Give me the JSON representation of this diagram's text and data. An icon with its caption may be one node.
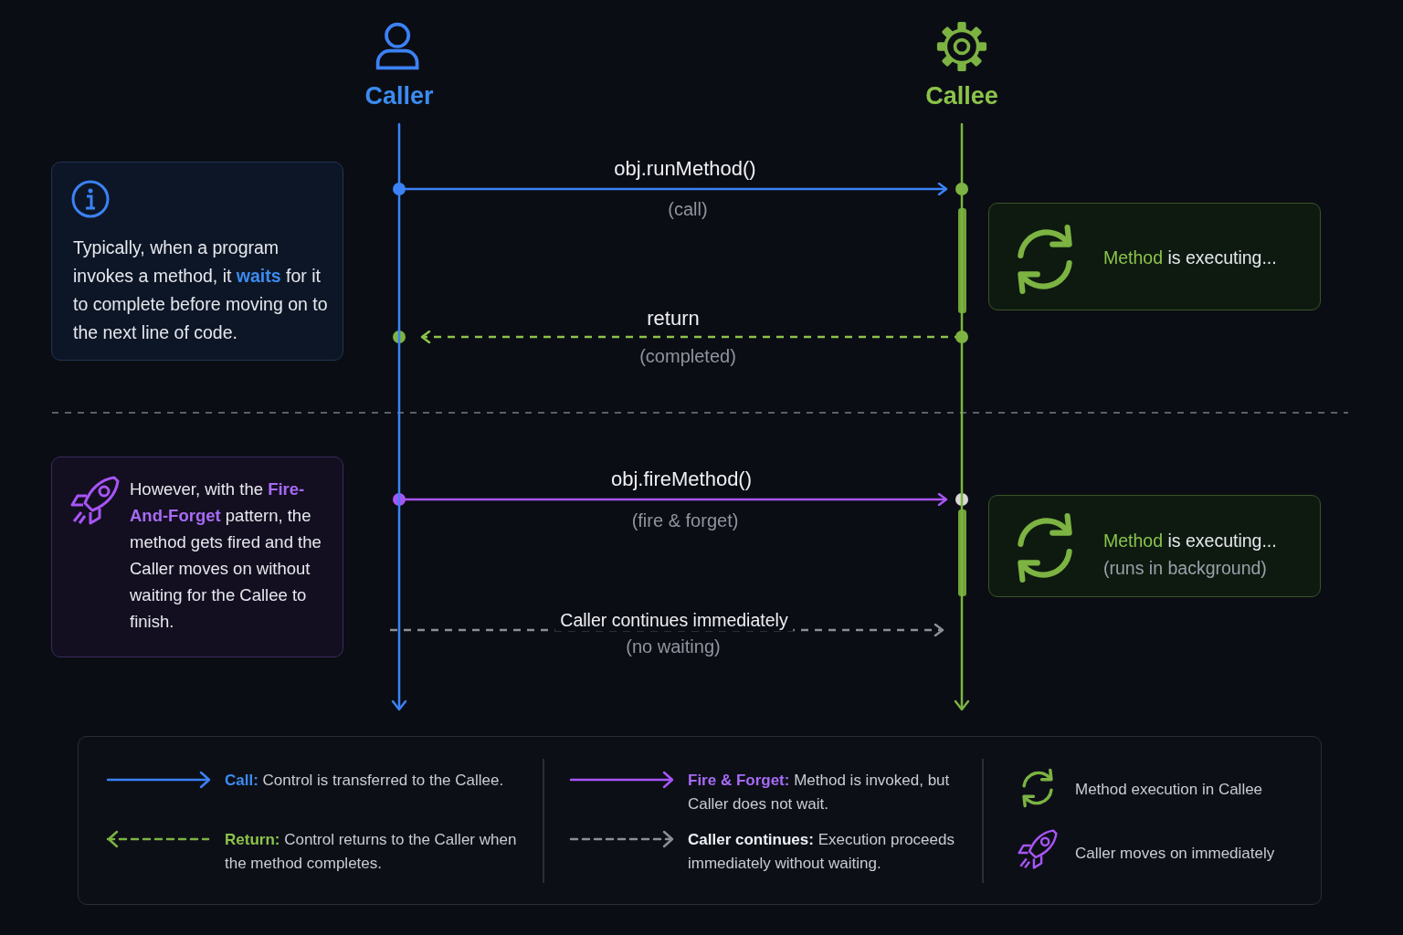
{
  "diagram": {
    "nodes": [
      {
        "text": [
          "Caller"
        ]
      },
      {
        "text": [
          "Callee"
        ]
      },
      {
        "text": [
          "Typically, when a program invokes a method, it **waits** for it to complete before moving on to the next line of code."
        ]
      },
      {
        "text": [
          "**Method** is executing..."
        ]
      },
      {
        "text": [
          "However, with the **Fire-And-Forget** pattern, the method gets fired and the Caller moves on without waiting for the Callee to finish."
        ]
      },
      {
        "text": [
          "**Method** is executing...",
          "(runs in background)"
        ]
      }
    ],
    "edges": [
      {
        "from": 0,
        "to": 1,
        "arrow": "to",
        "label": "obj.runMethod()",
        "color": "#3b82f6"
      },
      {
        "from": 1,
        "to": 0,
        "arrow": "to",
        "label": "return",
        "style": "dashed",
        "color": "#8bc34a"
      },
      {
        "from": 0,
        "to": 1,
        "arrow": "to",
        "label": "obj.fireMethod()",
        "color": "#a855f7"
      },
      {
        "from": 0,
        "to": 1,
        "arrow": "to",
        "label": "Caller continues immediately",
        "style": "dashed",
        "color": "#8a8f98"
      }
    ],
    "labels": [
      "(call)",
      "(completed)",
      "(fire & forget)",
      "(no waiting)"
    ],
    "legend": [
      {
        "text": "**Call:** Control is transferred to the Callee."
      },
      {
        "text": "**Return:** Control returns to the Caller when the method completes."
      },
      {
        "text": "**Fire & Forget:** Method is invoked, but Caller does not wait."
      },
      {
        "text": "**Caller continues:** Execution proceeds immediately without waiting."
      },
      {
        "text": "Method execution in Callee"
      },
      {
        "text": "Caller moves on immediately"
      }
    ]
  }
}
